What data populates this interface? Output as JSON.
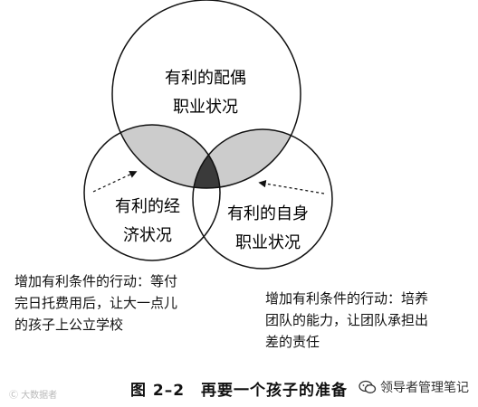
{
  "circles": {
    "top": {
      "label_lines": [
        "有利的配偶",
        "职业状况"
      ]
    },
    "left": {
      "label_lines": [
        "有利的经",
        "济状况"
      ]
    },
    "right": {
      "label_lines": [
        "有利的自身",
        "职业状况"
      ]
    }
  },
  "notes": {
    "left": {
      "lines": [
        "增加有利条件的行动：等付",
        "完日托费用后，让大一点儿",
        "的孩子上公立学校"
      ]
    },
    "right": {
      "lines": [
        "增加有利条件的行动：培养",
        "团队的能力，让团队承担出",
        "差的责任"
      ]
    }
  },
  "caption": "图 2–2　再要一个孩子的准备",
  "watermarks": {
    "left": "Ⓒ 大数据者",
    "right": "领导者管理笔记"
  },
  "colors": {
    "overlap_pair": "#cccccc",
    "overlap_center": "#3a3a3a",
    "stroke": "#111111"
  },
  "icons": {
    "arrow": "dashed-arrow",
    "wechat": "wechat-icon"
  }
}
